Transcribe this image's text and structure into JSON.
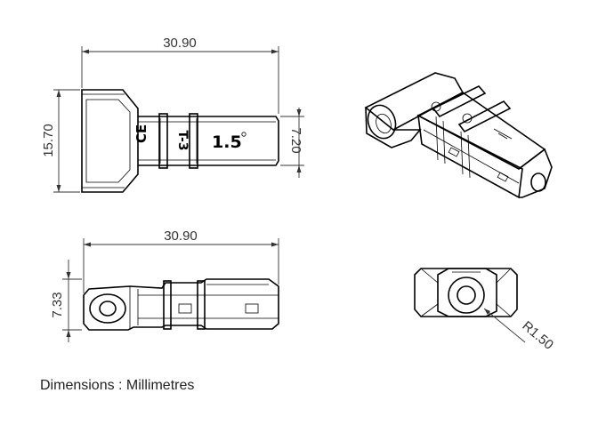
{
  "top_view": {
    "width_dimension": "30.90",
    "height_dimension": "15.70",
    "tip_dimension": "7.20",
    "marks": {
      "ce": "CE",
      "ring_mark": "T-3",
      "size_mark": "1.5"
    }
  },
  "side_view": {
    "width_dimension": "30.90",
    "height_dimension": "7.33"
  },
  "end_view": {
    "radius_dimension": "R1.50"
  },
  "caption": "Dimensions : Millimetres"
}
